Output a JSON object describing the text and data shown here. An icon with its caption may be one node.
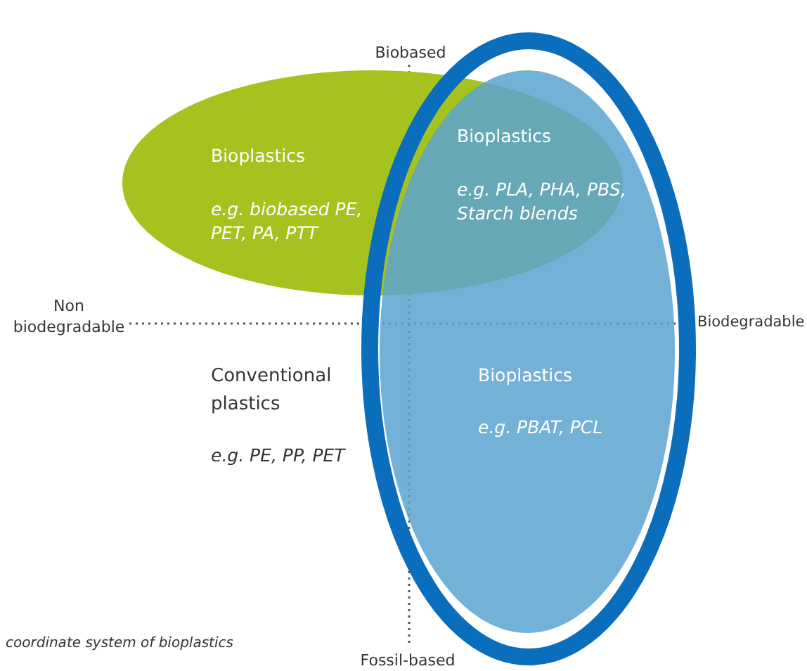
{
  "diagram": {
    "caption": "coordinate system of bioplastics",
    "nodes": [
      {
        "text": [
          "Bioplastics",
          "e.g. biobased PE, PET, PA, PTT"
        ]
      },
      {
        "text": [
          "Bioplastics",
          "e.g. PBAT, PCL"
        ]
      },
      {
        "text": [
          "Bioplastics",
          "e.g. PLA, PHA, PBS, Starch blends"
        ]
      }
    ],
    "edges": [],
    "labels": [
      "Biobased",
      "Non biodegradable",
      "Biodegradable",
      "Conventional plastics",
      "e.g. PE, PP, PET",
      "Fossil-based"
    ]
  }
}
